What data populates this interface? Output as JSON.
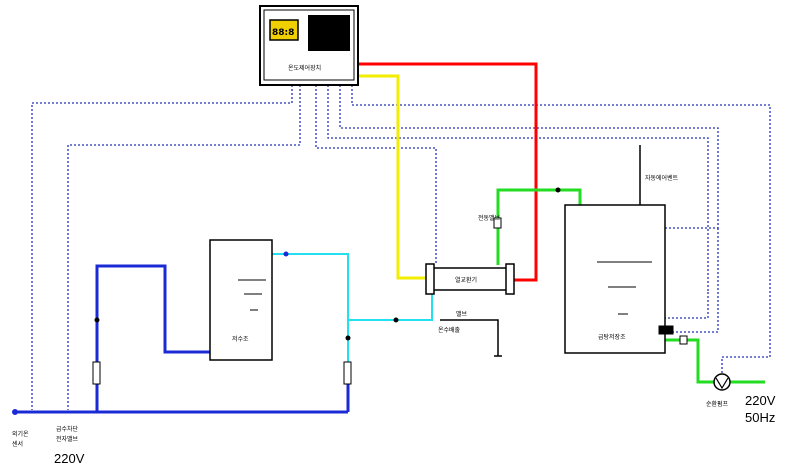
{
  "controller": {
    "label": "온도제어장치",
    "panel_text": "88:8"
  },
  "tank": {
    "label": "저수조"
  },
  "exchanger": {
    "label": "열교환기"
  },
  "storage_tank": {
    "label": "급탕저장조"
  },
  "valves": {
    "upper_label": "전동밸브",
    "lower_label_1": "밸브",
    "lower_label_2": "온수배출"
  },
  "vent": {
    "label": "자동에어벤트"
  },
  "pump": {
    "label": "순환펌프"
  },
  "left_labels": {
    "line1_a": "외기온",
    "line1_b": "센서",
    "line2_a": "급수차단",
    "line2_b": "전자밸브",
    "voltage": "220V"
  },
  "power": {
    "voltage": "220V",
    "frequency": "50Hz"
  },
  "colors": {
    "signal": "#2233bb",
    "cold_water": "#1a2bd6",
    "cyan_line": "#22e0f0",
    "hot_line": "#ff0000",
    "warm_line": "#f2ee00",
    "green_line": "#22dd22",
    "equipment": "#000000"
  }
}
